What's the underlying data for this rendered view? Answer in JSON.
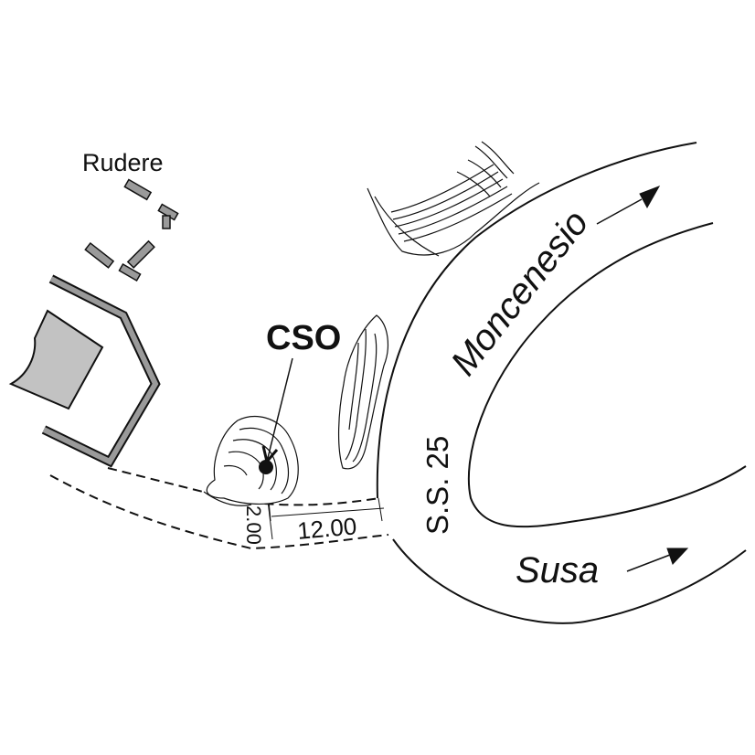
{
  "labels": {
    "rudere": "Rudere",
    "cso": "CSO",
    "road_name_upper": "Moncenesio",
    "road_code": "S.S. 25",
    "road_name_lower": "Susa",
    "dimension_length": "12.00",
    "dimension_width": "2.00"
  },
  "colors": {
    "ink": "#111111",
    "building_fill": "#c2c2c2",
    "wall_fill": "#9a9a9a",
    "background": "#ffffff"
  },
  "icons": {
    "direction_upper": "arrow-northeast-icon",
    "direction_lower": "arrow-northeast-icon",
    "location_marker": "dot-marker-icon"
  }
}
